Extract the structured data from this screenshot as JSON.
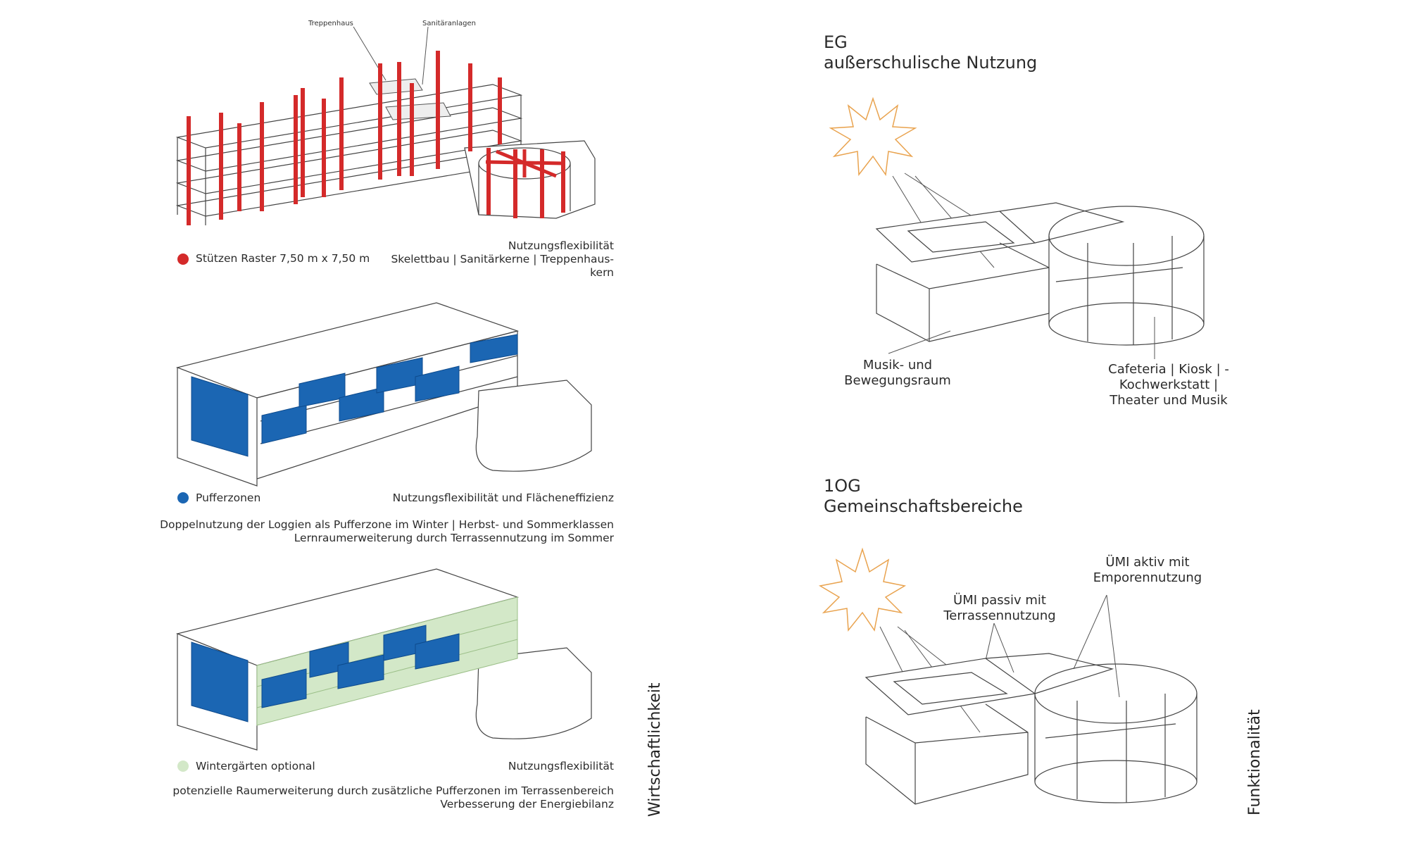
{
  "colors": {
    "columns": "#d42a2a",
    "buffer_zones": "#1b66b3",
    "winter_gardens": "#d3e8c8",
    "sun": "#e9a34f",
    "line": "#444444"
  },
  "left": {
    "diagram1": {
      "label_stair": "Treppenhaus",
      "label_sanitary": "Sanitäranlagen",
      "legend_text": "Stützen Raster 7,50 m x 7,50 m",
      "desc_lines": [
        "Nutzungsflexibilität",
        "Skelettbau | Sanitärkerne | Treppenhaus-",
        "kern"
      ]
    },
    "diagram2": {
      "legend_text": "Pufferzonen",
      "heading": "Nutzungsflexibilität und Flächeneffizienz",
      "desc_lines": [
        "Doppelnutzung der Loggien als Pufferzone im Winter | Herbst- und Sommerklassen",
        "Lernraumerweiterung durch Terrassennutzung im Sommer"
      ]
    },
    "diagram3": {
      "legend_text": "Wintergärten optional",
      "heading": "Nutzungsflexibilität",
      "desc_lines": [
        "potenzielle Raumerweiterung durch zusätzliche Pufferzonen im Terrassenbereich",
        "Verbesserung der Energiebilanz"
      ]
    },
    "side_label": "Wirtschaftlichkeit"
  },
  "right": {
    "eg": {
      "title_lines": [
        "EG",
        "außerschulische Nutzung"
      ],
      "label_a_lines": [
        "Musik- und",
        "Bewegungsraum"
      ],
      "label_b_lines": [
        "Cafeteria | Kiosk | -",
        "Kochwerkstatt |",
        "Theater und Musik"
      ]
    },
    "og": {
      "title_lines": [
        "1OG",
        "Gemeinschaftsbereiche"
      ],
      "label_a_lines": [
        "ÜMI passiv mit",
        "Terrassennutzung"
      ],
      "label_b_lines": [
        "ÜMI aktiv mit",
        "Emporennutzung"
      ]
    },
    "side_label": "Funktionalität"
  }
}
